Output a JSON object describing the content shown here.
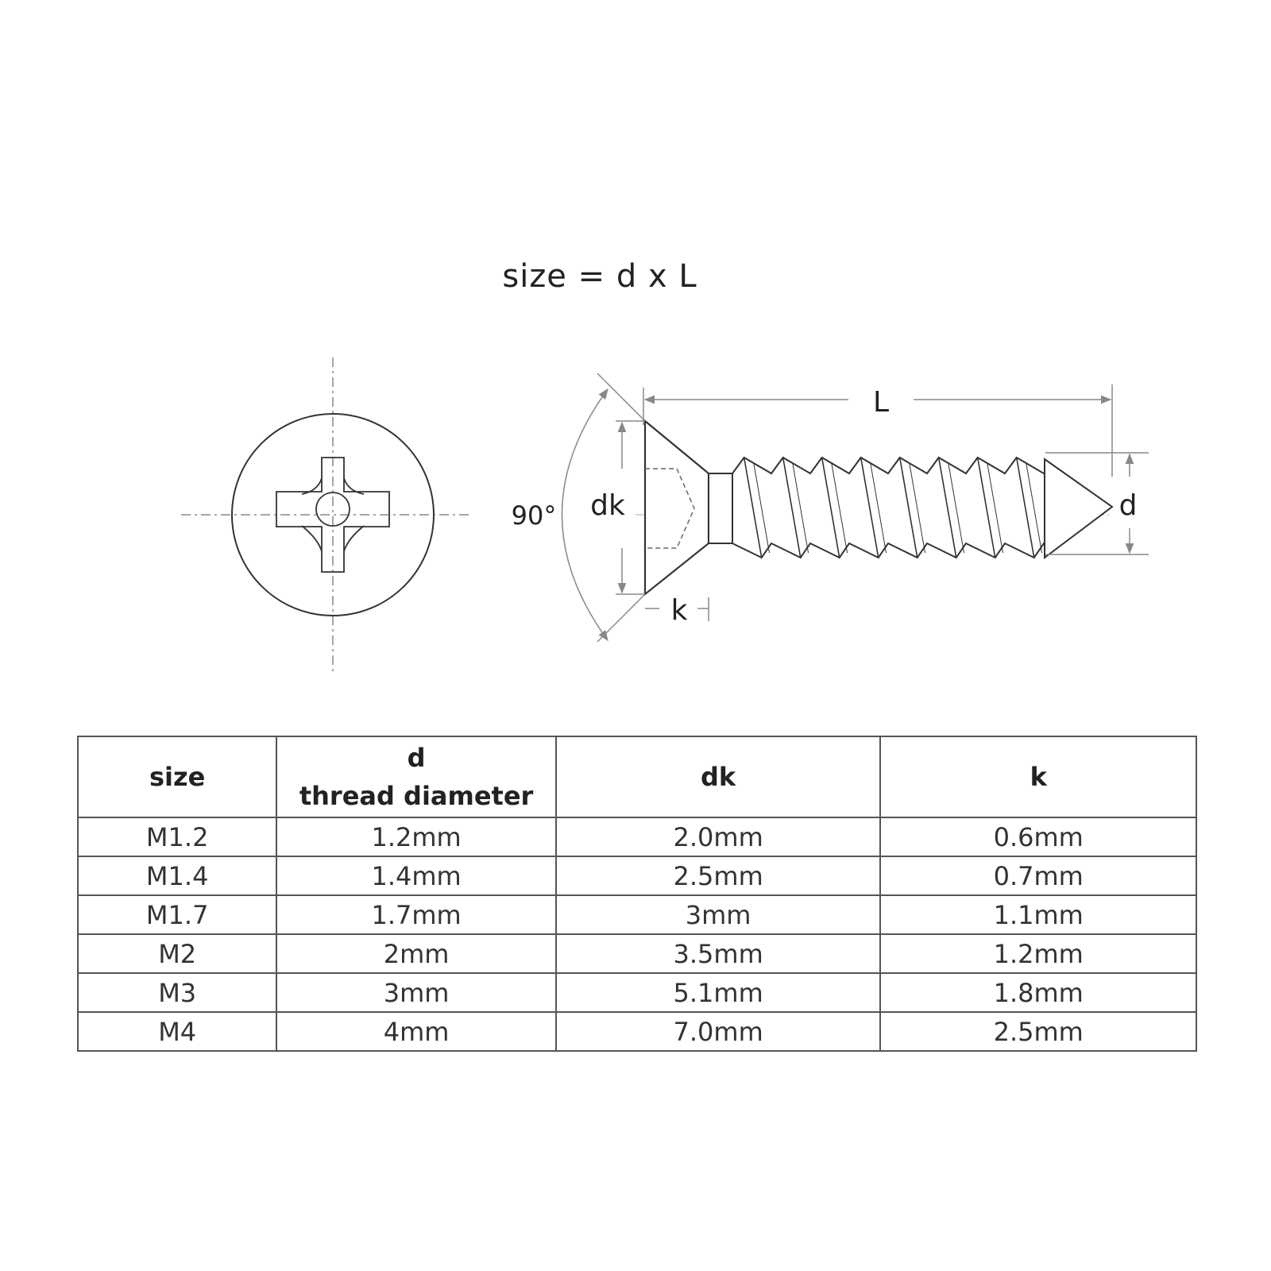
{
  "formula": "size = d x L",
  "diagram": {
    "labels": {
      "L": "L",
      "d": "d",
      "dk": "dk",
      "k": "k",
      "angle": "90°"
    },
    "line_color": "#333333",
    "dim_color": "#888888"
  },
  "table": {
    "headers": {
      "size": "size",
      "d_symbol": "d",
      "d_desc": "thread diameter",
      "dk": "dk",
      "k": "k"
    },
    "rows": [
      {
        "size": "M1.2",
        "d": "1.2mm",
        "dk": "2.0mm",
        "k": "0.6mm"
      },
      {
        "size": "M1.4",
        "d": "1.4mm",
        "dk": "2.5mm",
        "k": "0.7mm"
      },
      {
        "size": "M1.7",
        "d": "1.7mm",
        "dk": "3mm",
        "k": "1.1mm"
      },
      {
        "size": "M2",
        "d": "2mm",
        "dk": "3.5mm",
        "k": "1.2mm"
      },
      {
        "size": "M3",
        "d": "3mm",
        "dk": "5.1mm",
        "k": "1.8mm"
      },
      {
        "size": "M4",
        "d": "4mm",
        "dk": "7.0mm",
        "k": "2.5mm"
      }
    ]
  }
}
